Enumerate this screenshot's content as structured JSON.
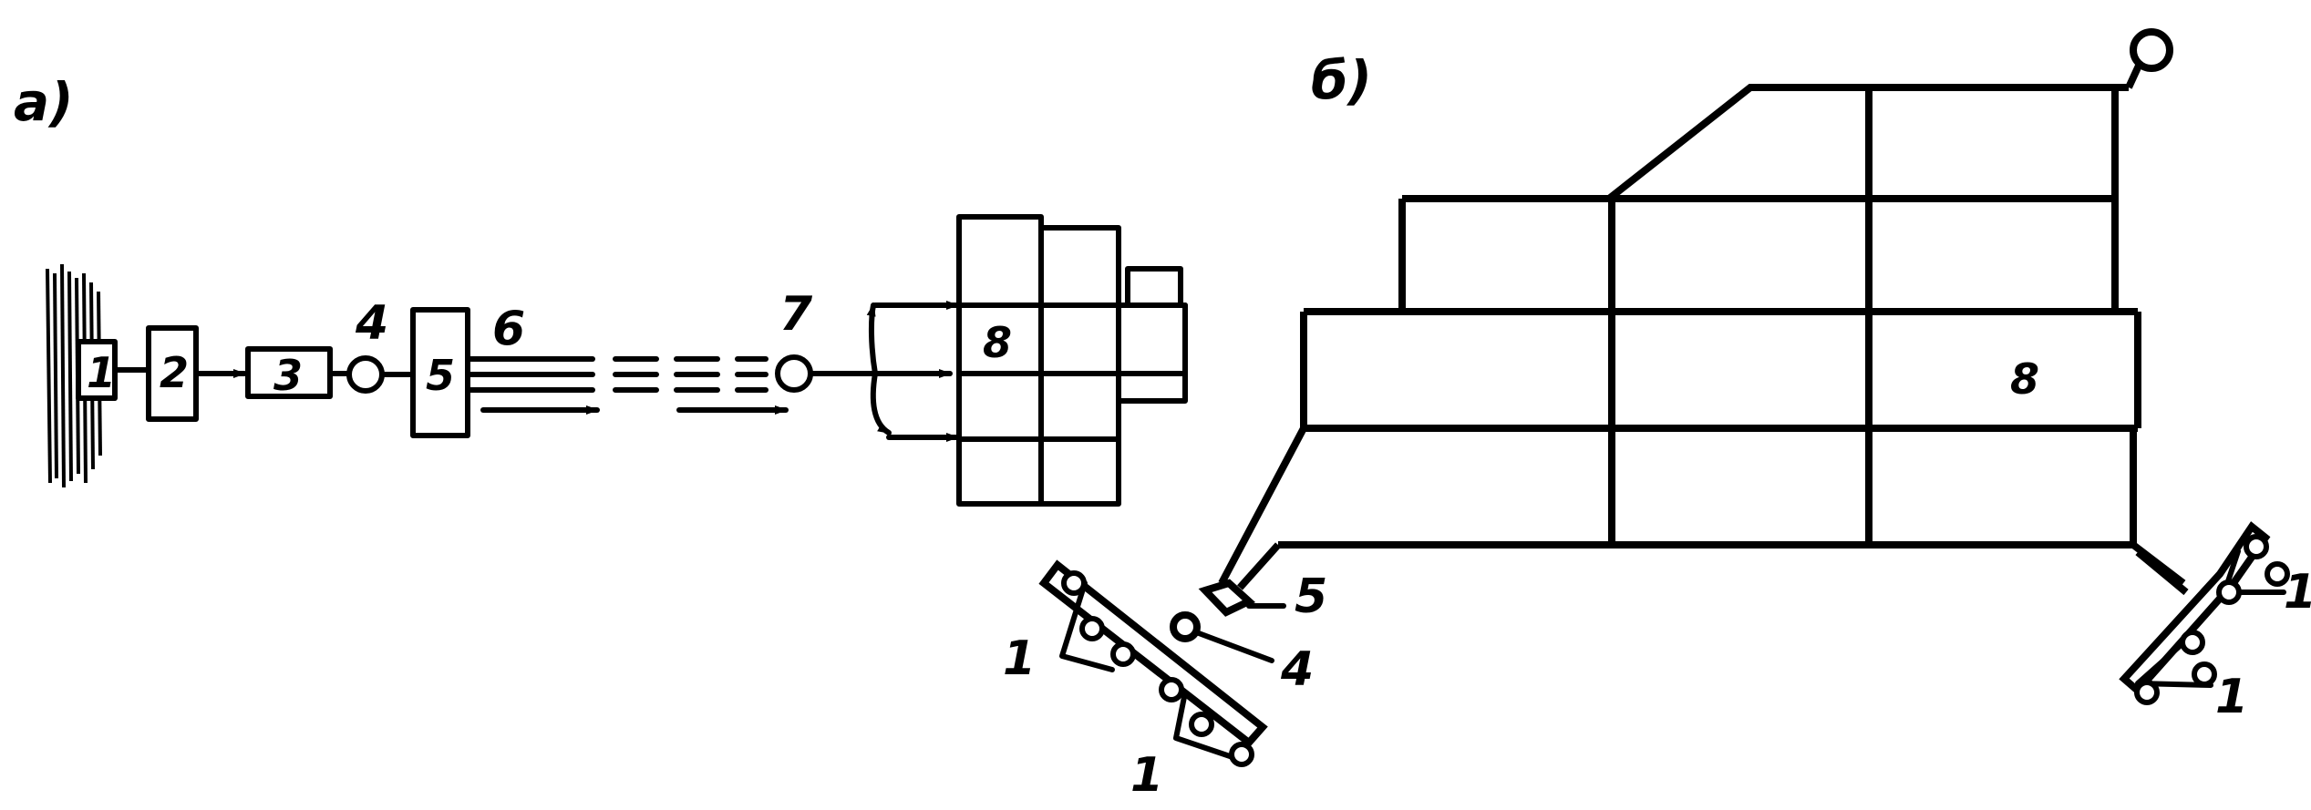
{
  "panel_a": {
    "label": "а)",
    "labels": {
      "n1": "1",
      "n2": "2",
      "n3": "3",
      "n4": "4",
      "n5": "5",
      "n6": "6",
      "n7": "7",
      "n8": "8"
    }
  },
  "panel_b": {
    "label": "б)",
    "labels": {
      "n8": "8",
      "n5": "5",
      "n4": "4",
      "n1_left_top": "1",
      "n1_left_bottom": "1",
      "n1_right_top": "1",
      "n1_right_bottom": "1"
    }
  }
}
